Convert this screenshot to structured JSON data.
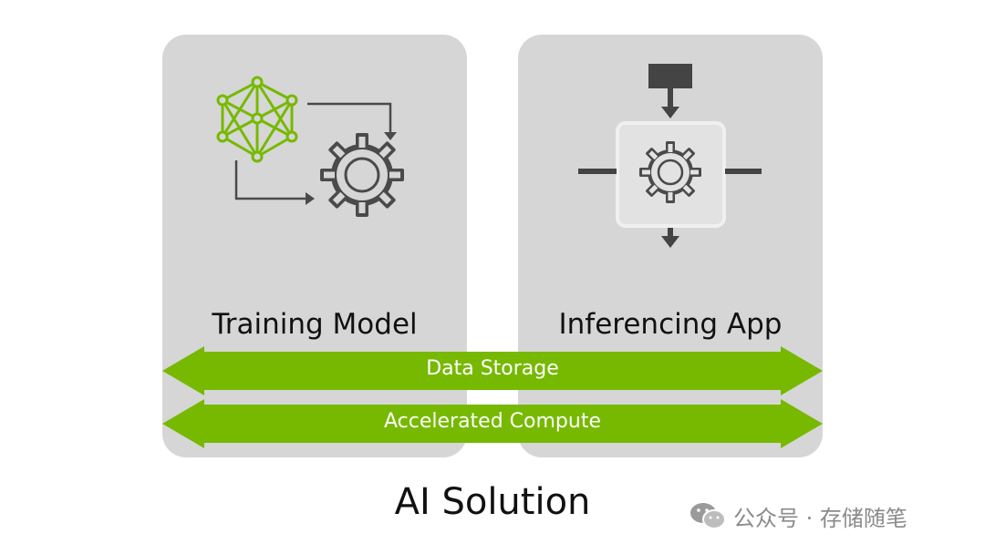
{
  "panels": {
    "left": {
      "title": "Training Model"
    },
    "right": {
      "title": "Inferencing App"
    }
  },
  "bands": {
    "storage": "Data Storage",
    "compute": "Accelerated Compute"
  },
  "title": "AI Solution",
  "watermark": {
    "text": "公众号 · 存储随笔",
    "icon": "wechat-icon"
  },
  "colors": {
    "panel": "#d6d6d6",
    "accent_green": "#76b900",
    "icon_gray": "#4a4a4a",
    "inference_box": "#e2e2e2"
  }
}
